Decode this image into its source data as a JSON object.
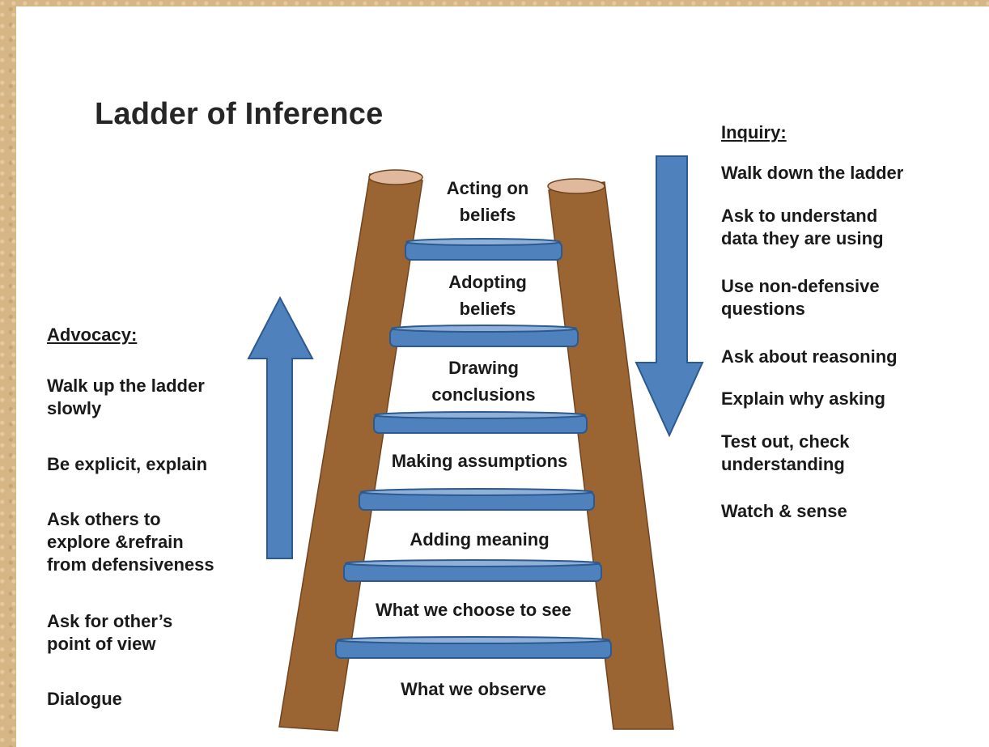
{
  "title": "Ladder of Inference",
  "colors": {
    "ladder_rail": "#9b6433",
    "rail_top": "#e0b99c",
    "rung_fill": "#4f81bd",
    "rung_stroke": "#2c5a8f",
    "arrow_fill": "#4f81bd"
  },
  "ladder": {
    "steps": [
      "Acting on\nbeliefs",
      "Adopting\nbeliefs",
      "Drawing\nconclusions",
      "Making assumptions",
      "Adding meaning",
      "What we choose to see",
      "What we observe"
    ]
  },
  "advocacy": {
    "heading": "Advocacy:",
    "items": [
      "Walk up the ladder\nslowly",
      "Be explicit, explain",
      "Ask others to\nexplore &refrain\nfrom defensiveness",
      "Ask for other’s\npoint of view",
      "Dialogue"
    ]
  },
  "inquiry": {
    "heading": "Inquiry:",
    "items": [
      "Walk down the ladder",
      "Ask to understand\ndata they are using",
      "Use non-defensive\nquestions",
      "Ask about reasoning",
      "Explain why asking",
      "Test out, check\nunderstanding",
      "Watch & sense"
    ]
  }
}
